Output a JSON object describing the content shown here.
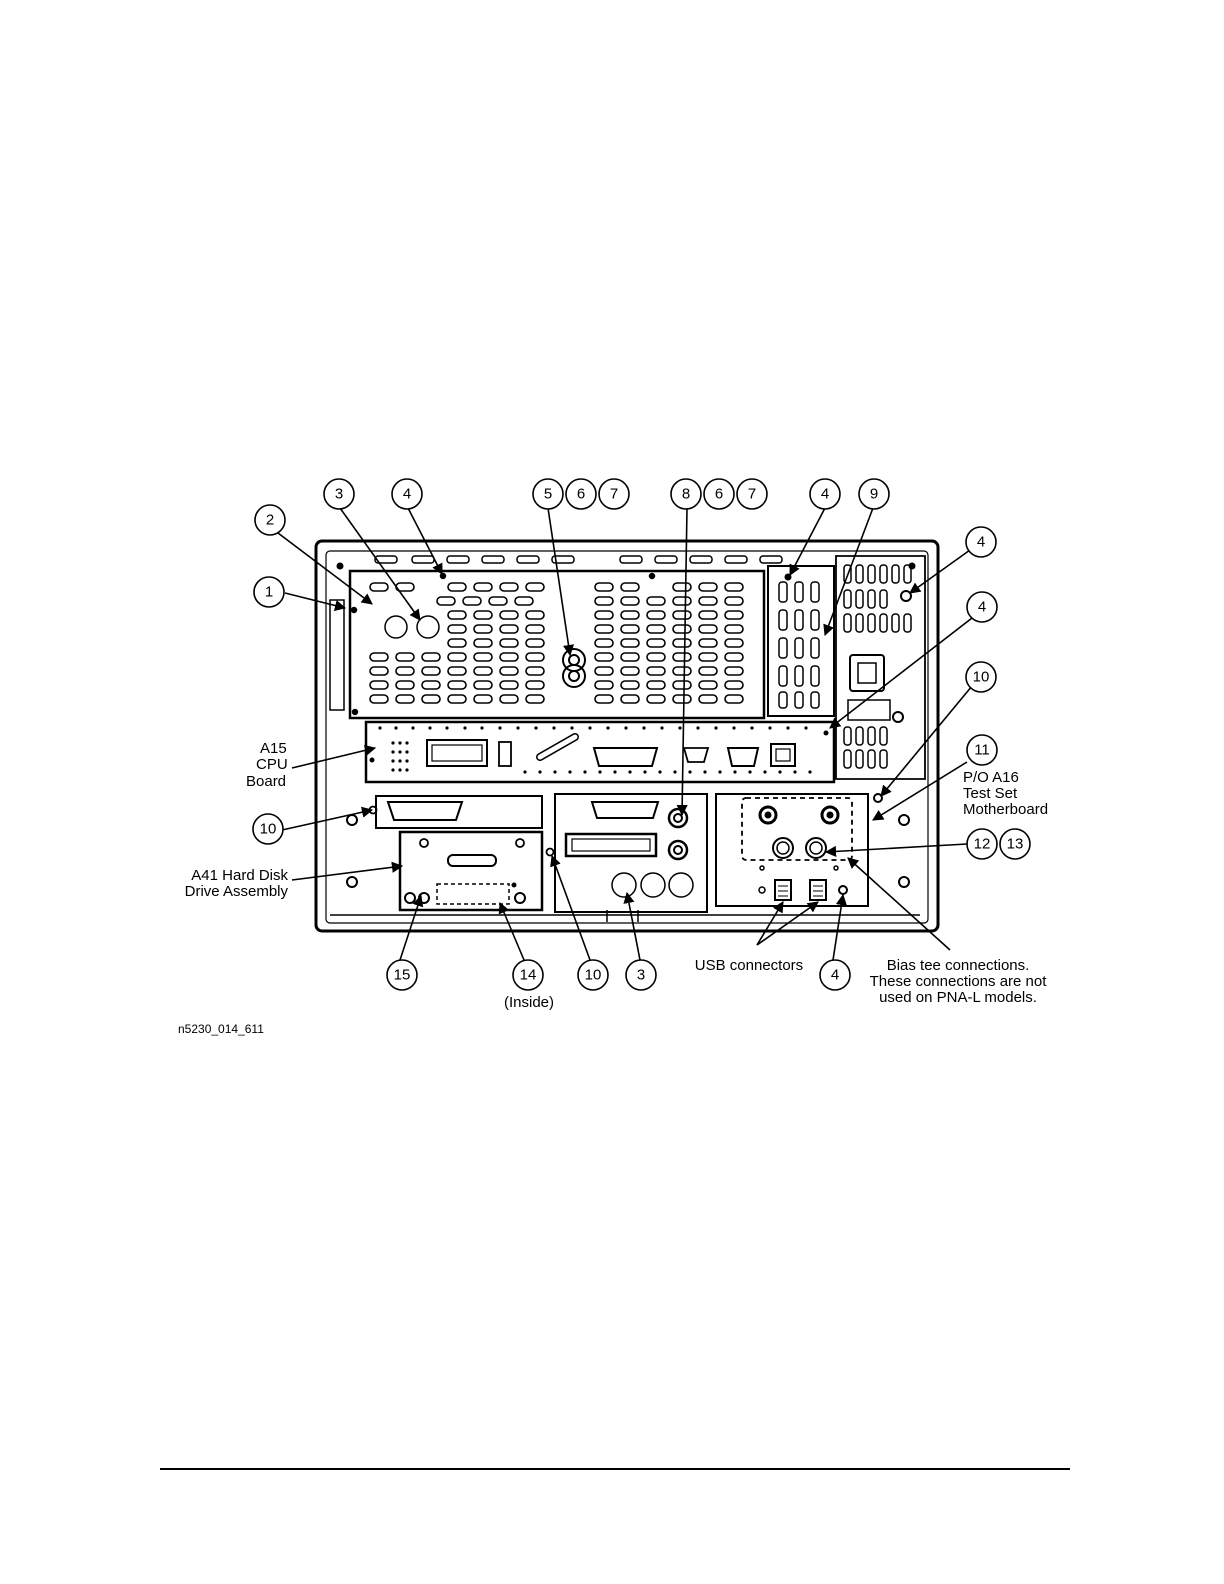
{
  "figure_id": "n5230_014_611",
  "callouts": [
    "1",
    "2",
    "3",
    "4",
    "5",
    "6",
    "7",
    "8",
    "6",
    "7",
    "4",
    "9",
    "4",
    "4",
    "10",
    "11",
    "12",
    "13",
    "10",
    "15",
    "14",
    "10",
    "3",
    "4"
  ],
  "labels": {
    "a15_line1": "A15",
    "a15_line2": "CPU",
    "a15_line3": "Board",
    "a41_line1": "A41 Hard Disk",
    "a41_line2": "Drive Assembly",
    "a16_line1": "P/O A16",
    "a16_line2": "Test Set",
    "a16_line3": "Motherboard",
    "inside": "(Inside)",
    "usb": "USB connectors",
    "bias_line1": "Bias tee connections.",
    "bias_line2": "These connections are not",
    "bias_line3": "used on PNA-L models."
  }
}
